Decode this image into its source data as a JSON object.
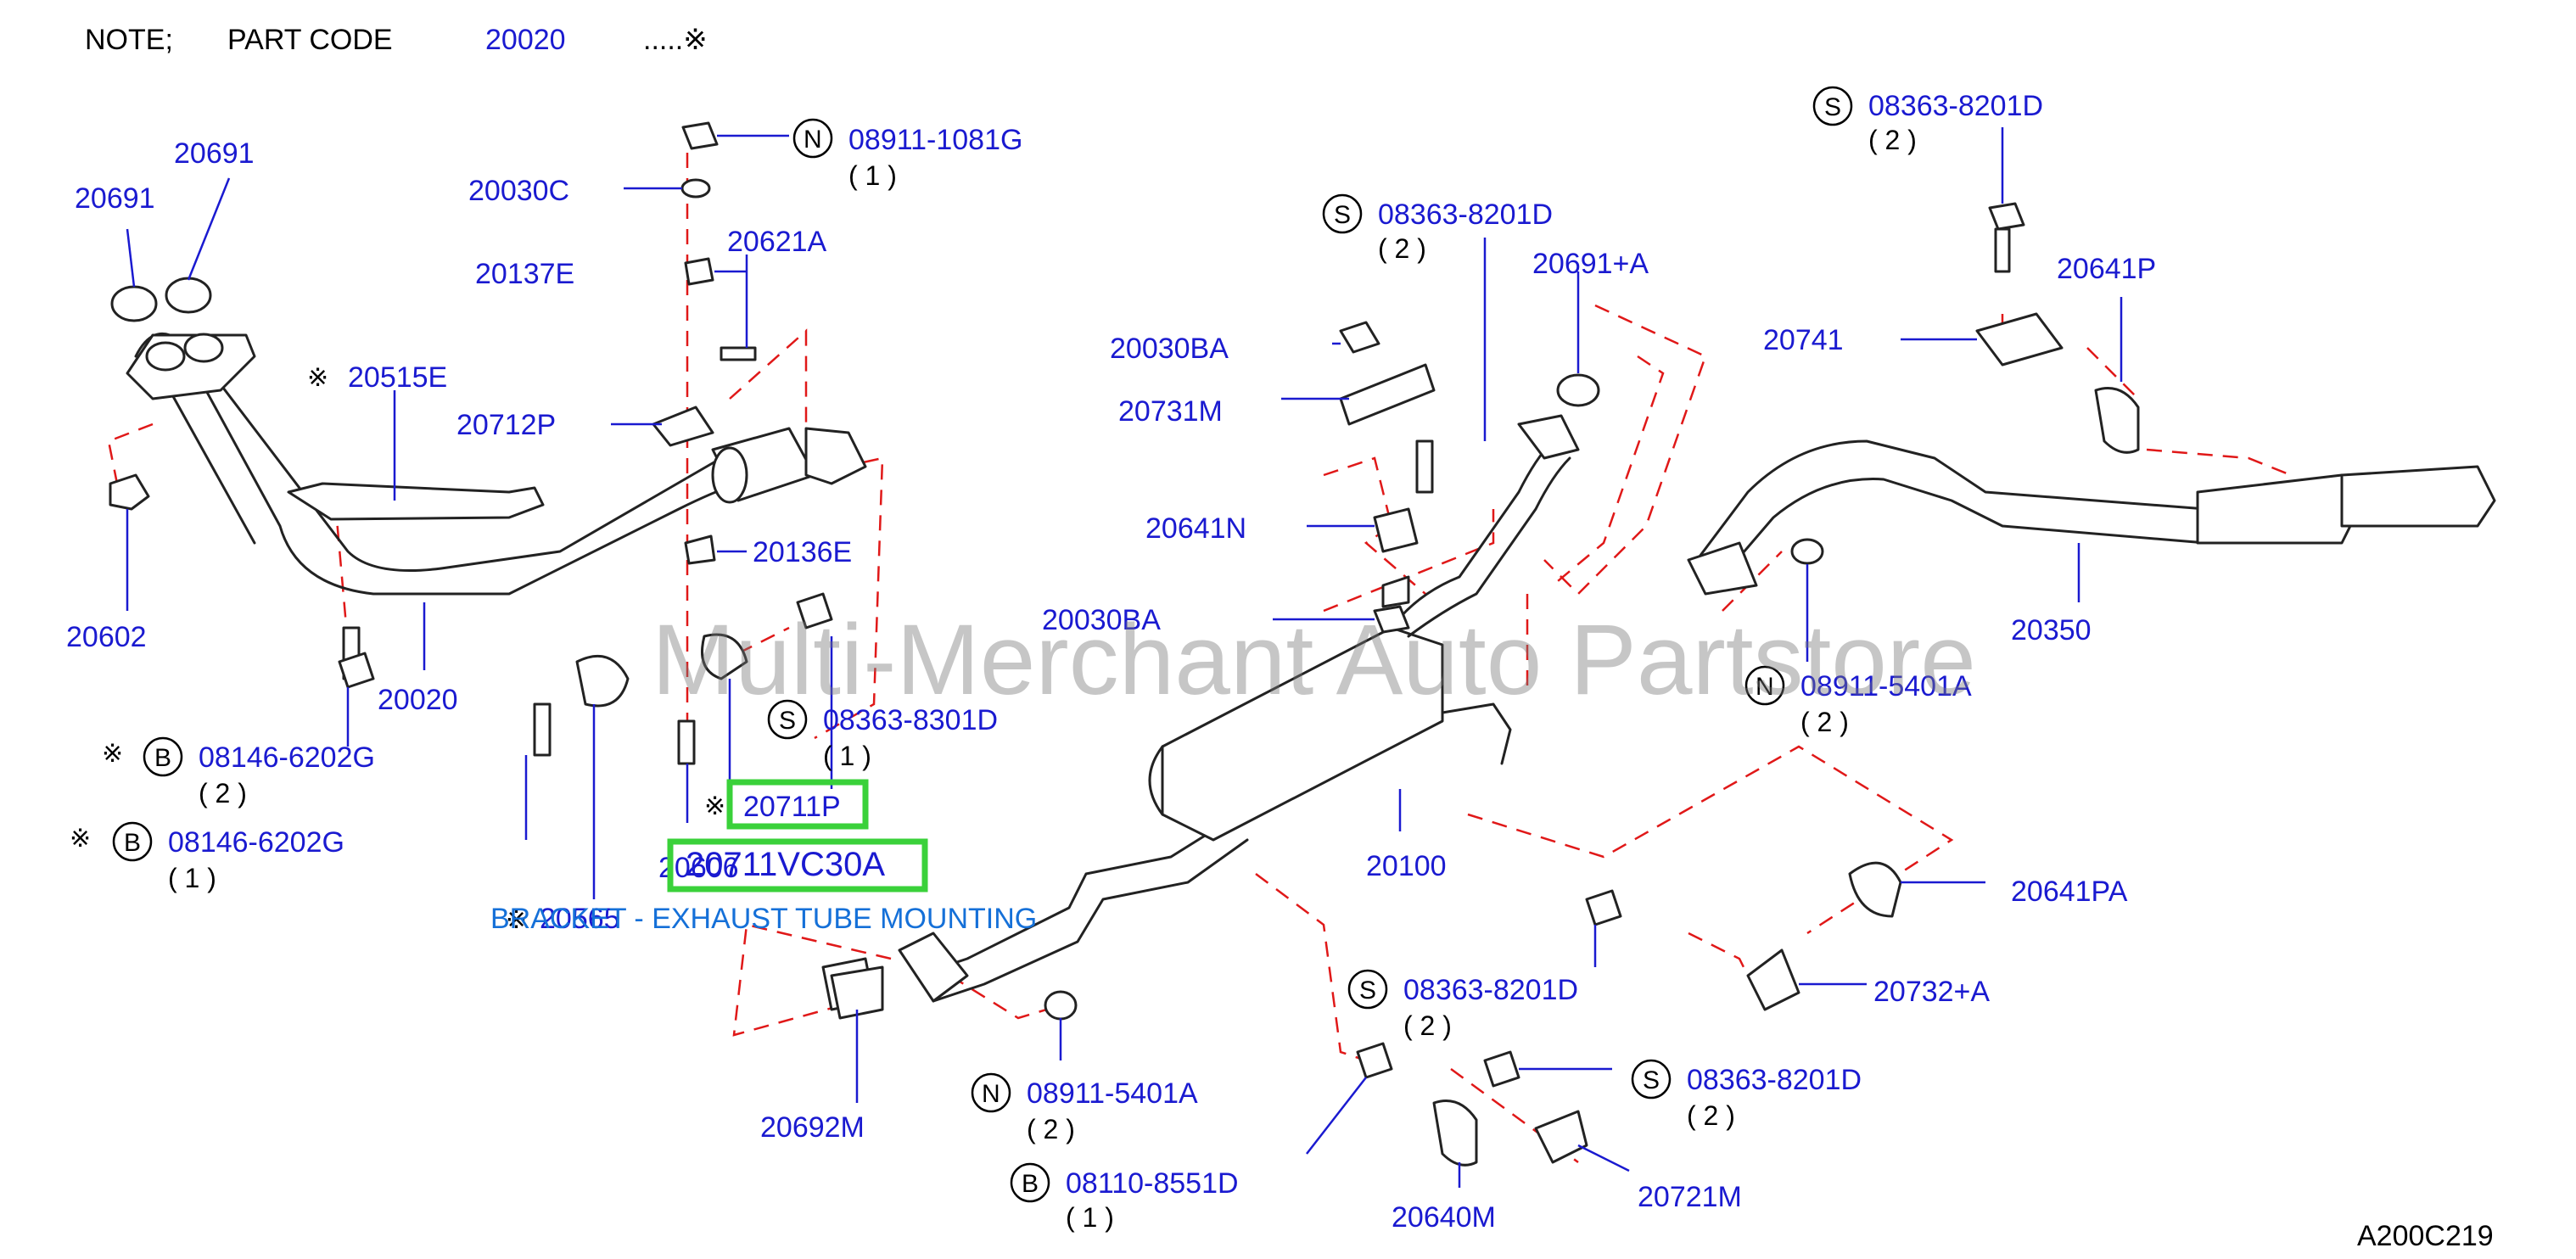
{
  "note": {
    "prefix": "NOTE;",
    "part_code_label": "PART CODE",
    "part_code": "20020",
    "marker": ".....※"
  },
  "watermark": "Multi-Merchant Auto Partstore",
  "diagram_id": "A200C219",
  "overlay_label": "BRACKET - EXHAUST TUBE MOUNTING",
  "highlighted": [
    "20711P",
    "20711VC30A"
  ],
  "parts": {
    "p20691a": "20691",
    "p20691b": "20691",
    "p20515E": "20515E",
    "p20602": "20602",
    "p20020": "20020",
    "p08146a": "08146-6202G",
    "p08146a_qty": "( 2 )",
    "p08146b": "08146-6202G",
    "p08146b_qty": "( 1 )",
    "p20565": "20565",
    "p20606": "20606",
    "p20711P": "20711P",
    "p20711VC30A": "20711VC30A",
    "p08363_8301D": "08363-8301D",
    "p08363_8301D_qty": "( 1 )",
    "p20136E": "20136E",
    "p20712P": "20712P",
    "p20621A": "20621A",
    "p20137E": "20137E",
    "p20030C": "20030C",
    "p08911_1081G": "08911-1081G",
    "p08911_1081G_qty": "( 1 )",
    "p20030BA_top": "20030BA",
    "p20731M": "20731M",
    "p20641N": "20641N",
    "p20030BA_bot": "20030BA",
    "p08363_8201D_a": "08363-8201D",
    "p08363_8201D_a_qty": "( 2 )",
    "p20691A": "20691+A",
    "p08363_8201D_b": "08363-8201D",
    "p08363_8201D_b_qty": "( 2 )",
    "p20741": "20741",
    "p20641P": "20641P",
    "p20350": "20350",
    "p08911_5401A_a": "08911-5401A",
    "p08911_5401A_a_qty": "( 2 )",
    "p20100": "20100",
    "p20641PA": "20641PA",
    "p20732A": "20732+A",
    "p08363_8201D_c": "08363-8201D",
    "p08363_8201D_c_qty": "( 2 )",
    "p08363_8201D_d": "08363-8201D",
    "p08363_8201D_d_qty": "( 2 )",
    "p20692M": "20692M",
    "p08911_5401A_b": "08911-5401A",
    "p08911_5401A_b_qty": "( 2 )",
    "p08110": "08110-8551D",
    "p08110_qty": "( 1 )",
    "p20640M": "20640M",
    "p20721M": "20721M"
  },
  "symbols": {
    "s": "S",
    "n": "N",
    "b": "B",
    "ref": "※"
  }
}
